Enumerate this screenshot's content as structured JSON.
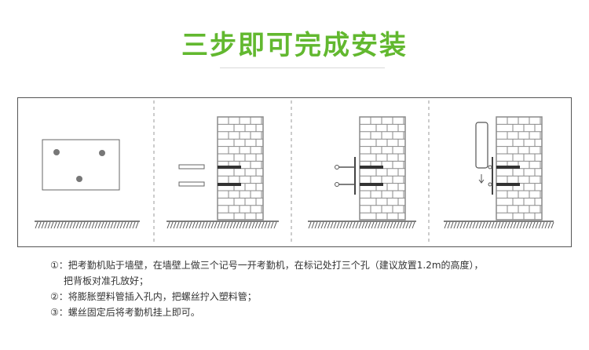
{
  "heading": {
    "title": "三步即可完成安装"
  },
  "instructions": {
    "step1": "①：把考勤机贴于墙壁，在墙壁上做三个记号一开考勤机，在标记处打三个孔（建议放置1.2m的高度），",
    "step1b": "把背板对准孔放好；",
    "step2": "②：将膨胀塑料管插入孔内，把螺丝拧入塑料管；",
    "step3": "③：螺丝固定后将考勤机挂上即可。"
  },
  "colors": {
    "accent": "#62b82f",
    "brick": "#8a8a8a",
    "line": "#555555"
  }
}
